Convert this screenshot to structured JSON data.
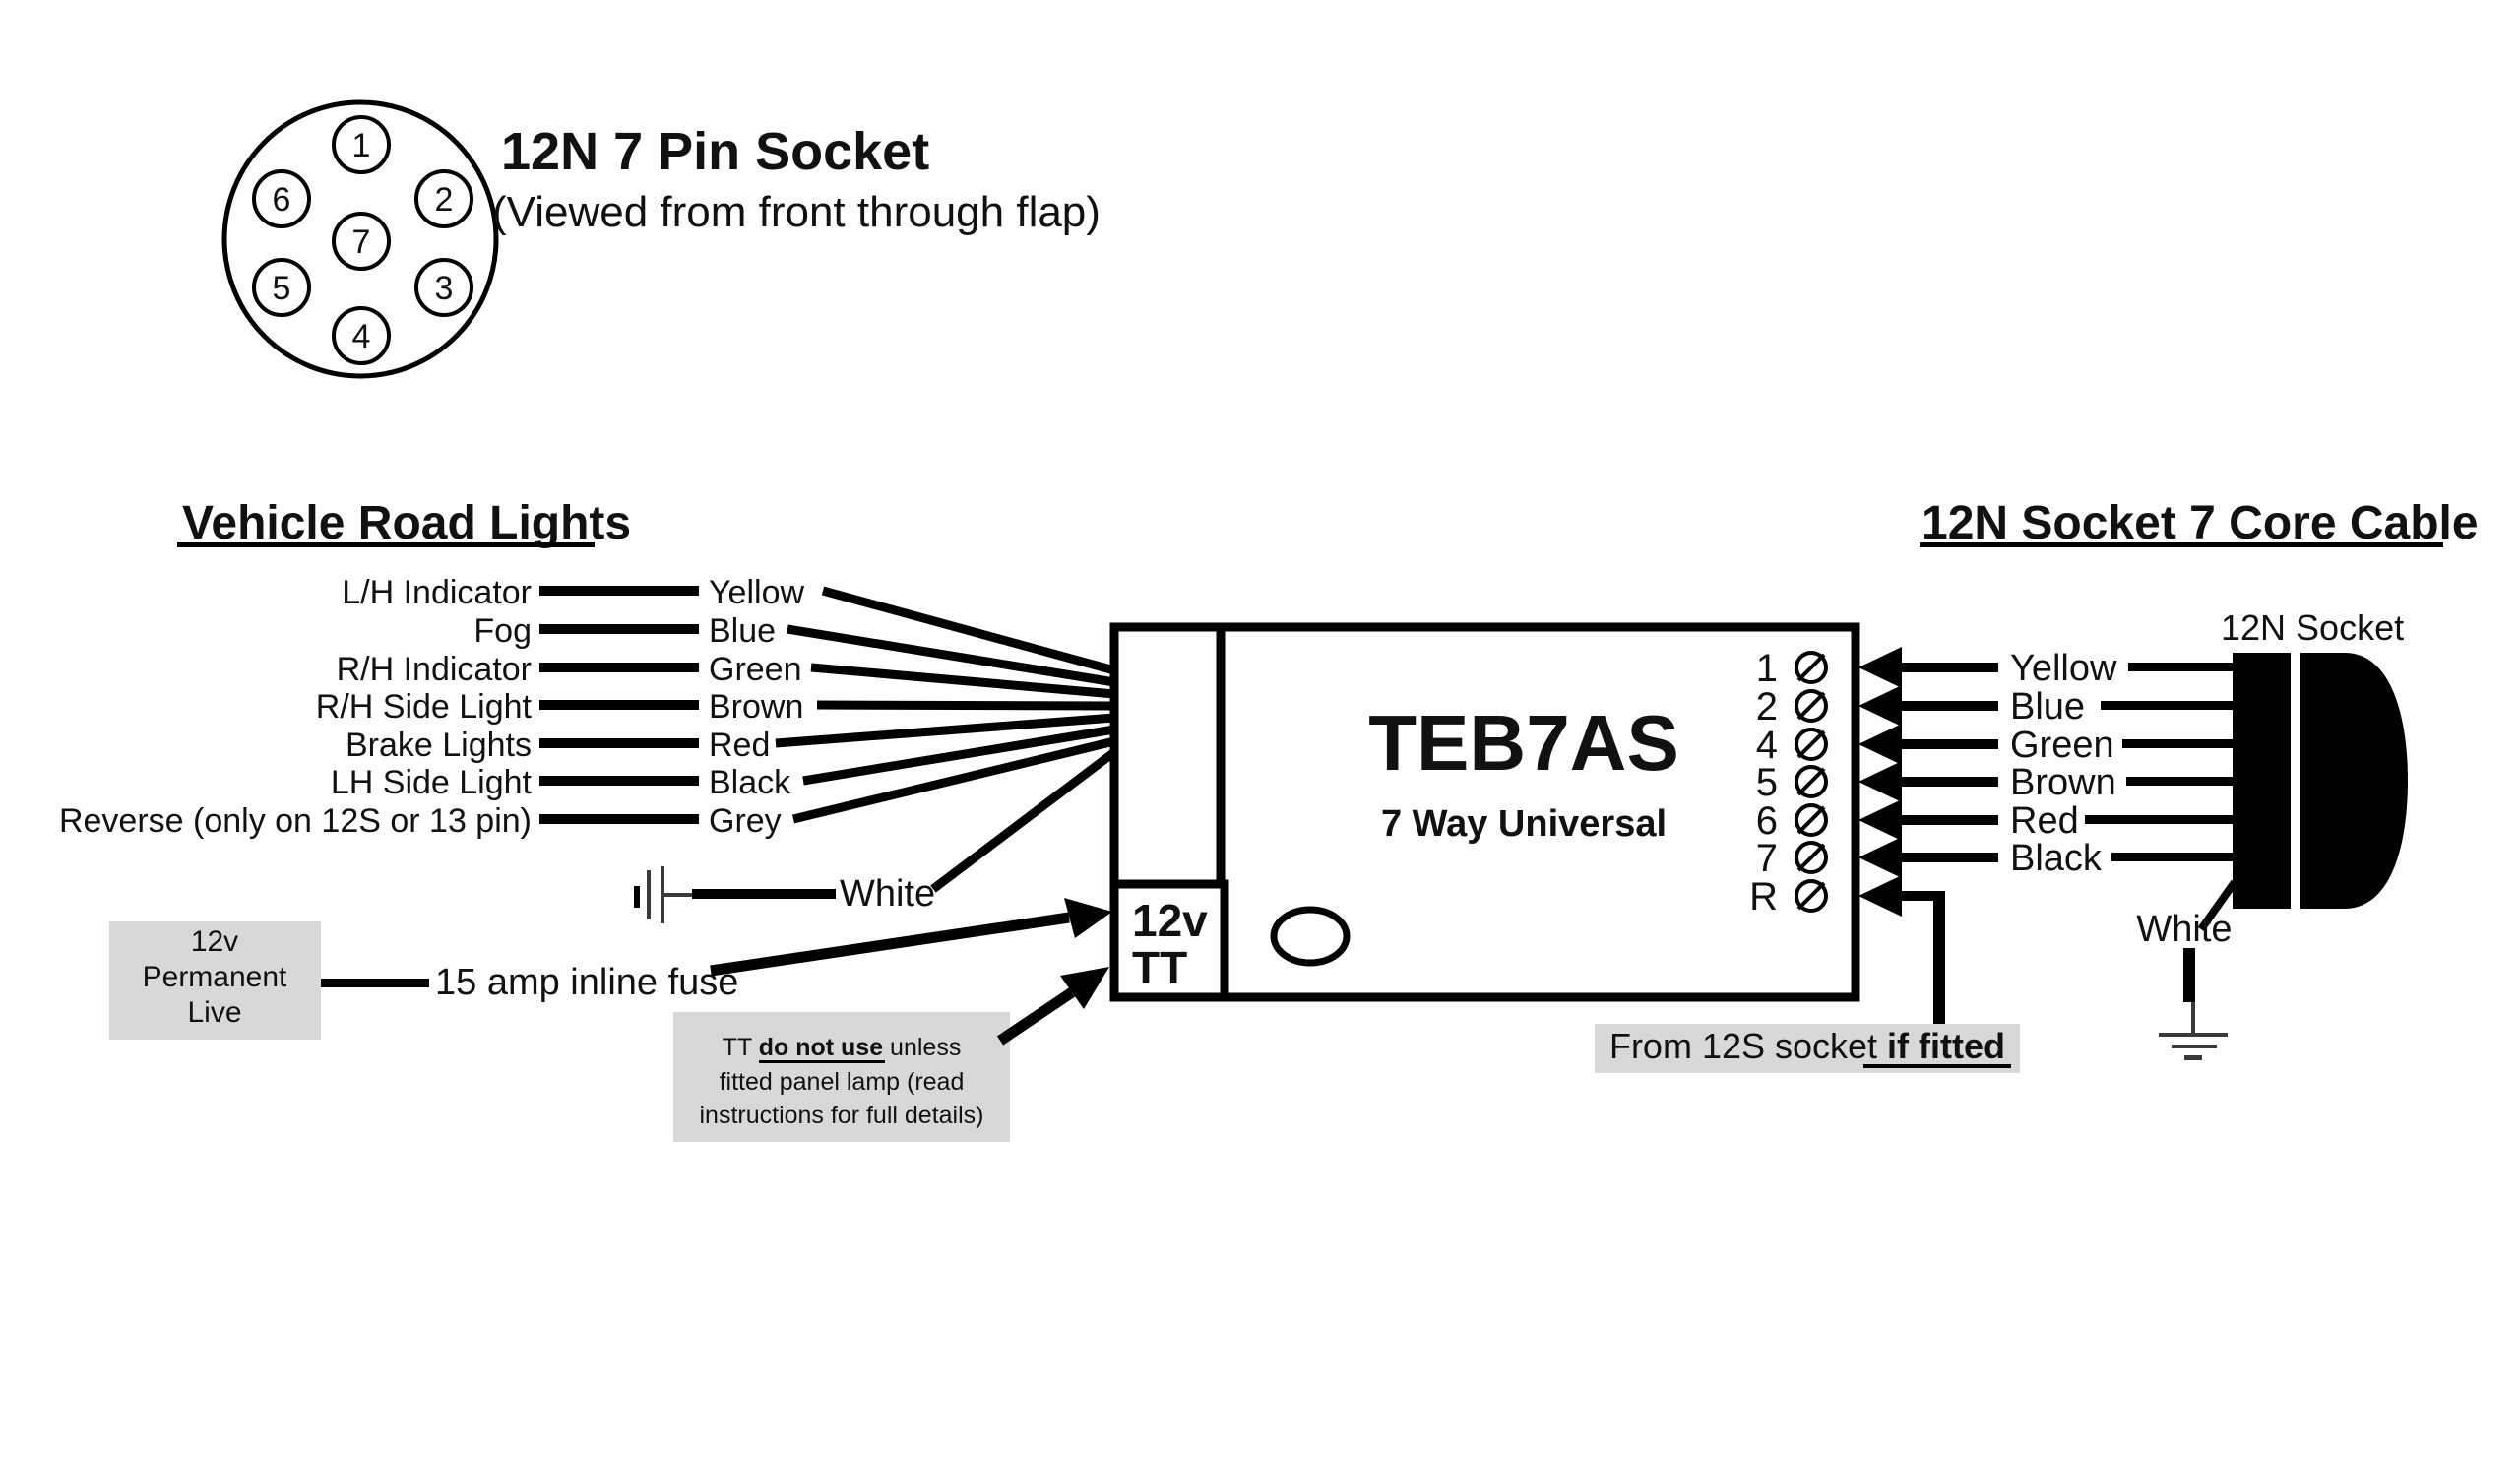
{
  "pin_legend": {
    "title": "12N 7 Pin Socket",
    "subtitle": "(Viewed from front through  flap)",
    "pins": [
      "1",
      "2",
      "3",
      "4",
      "5",
      "6",
      "7"
    ]
  },
  "vehicle_side": {
    "heading": "Vehicle Road Lights",
    "rows": [
      {
        "function": "L/H Indicator",
        "color": "Yellow"
      },
      {
        "function": "Fog",
        "color": "Blue"
      },
      {
        "function": "R/H Indicator",
        "color": "Green"
      },
      {
        "function": "R/H Side Light",
        "color": "Brown"
      },
      {
        "function": "Brake Lights",
        "color": "Red"
      },
      {
        "function": "LH Side Light",
        "color": "Black"
      },
      {
        "function": "Reverse (only on 12S or 13 pin)",
        "color": "Grey"
      }
    ],
    "white_wire_label": "White",
    "permanent_live": {
      "line1": "12v",
      "line2": "Permanent",
      "line3": "Live"
    },
    "fuse_label": "15 amp inline fuse",
    "tt_note": {
      "prefix": "TT ",
      "emphasis": "do not use",
      "suffix": " unless",
      "line2": "fitted panel lamp (read",
      "line3": "instructions for full details)"
    }
  },
  "unit": {
    "model": "TEB7AS",
    "type": "7 Way Universal",
    "aux_port": {
      "line1": "12v",
      "line2": "TT"
    },
    "terminals": [
      "1",
      "2",
      "4",
      "5",
      "6",
      "7",
      "R"
    ]
  },
  "trailer_side": {
    "heading": "12N Socket 7 Core Cable",
    "socket_label": "12N Socket",
    "wires": [
      "Yellow",
      "Blue",
      "Green",
      "Brown",
      "Red",
      "Black"
    ],
    "white_wire_label": "White",
    "from_12s": {
      "prefix": "From 12S socket ",
      "emphasis": "if fitted"
    }
  },
  "colors": {
    "wire": "#000000",
    "text": "#111111",
    "unit_text": "#8a8a8a",
    "panel_bg": "#d8d8d8"
  }
}
